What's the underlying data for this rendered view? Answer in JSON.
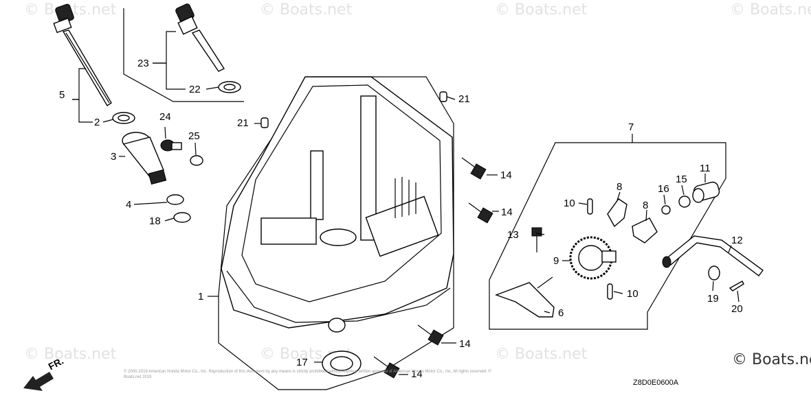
{
  "watermark_text": "© Boats.net",
  "brand_text": "© Boats.net",
  "direction_label": "FR.",
  "diagram_code": "Z8D0E0600A",
  "copyright_text": "© 2000-2019 American Honda Motor Co., Inc. Reproduction of this document by any means is strictly prohibited without express written approval of American Honda Motor Co., Inc. All rights reserved. © Boats.net 2019",
  "callouts": {
    "c1": "1",
    "c2": "2",
    "c3": "3",
    "c4": "4",
    "c5": "5",
    "c6": "6",
    "c7": "7",
    "c8a": "8",
    "c8b": "8",
    "c9": "9",
    "c10a": "10",
    "c10b": "10",
    "c11": "11",
    "c12": "12",
    "c13": "13",
    "c14a": "14",
    "c14b": "14",
    "c14c": "14",
    "c14d": "14",
    "c15": "15",
    "c16": "16",
    "c17": "17",
    "c18": "18",
    "c19": "19",
    "c20": "20",
    "c21a": "21",
    "c21b": "21",
    "c22": "22",
    "c23": "23",
    "c24": "24",
    "c25": "25"
  }
}
